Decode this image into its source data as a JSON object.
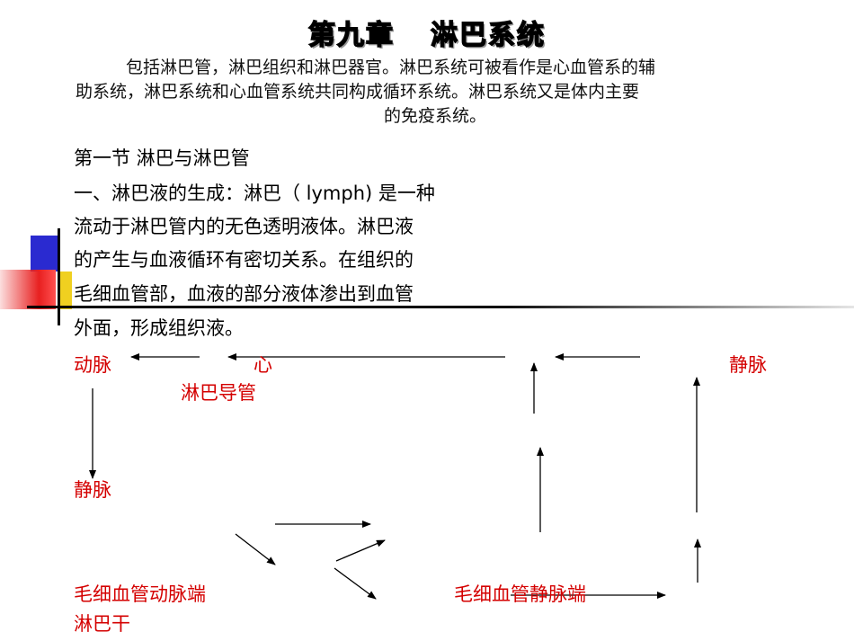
{
  "slide": {
    "title_part1": "第九章",
    "title_part2": "淋巴系统",
    "intro": {
      "line1": "包括淋巴管，淋巴组织和淋巴器官。淋巴系统可被看作是心血管系的辅",
      "line2": "助系统，淋巴系统和心血管系统共同构成循环系统。淋巴系统又是体内主要",
      "line3": "的免疫系统。"
    },
    "section_heading": "第一节  淋巴与淋巴管",
    "body_lines": [
      "一、淋巴液的生成：淋巴（ lymph) 是一种",
      "流动于淋巴管内的无色透明液体。淋巴液",
      "的产生与血液循环有密切关系。在组织的",
      "毛细血管部，血液的部分液体渗出到血管",
      "外面，形成组织液。"
    ]
  },
  "diagram": {
    "label_artery": "动脉",
    "label_heart": "心",
    "label_vein_top": "静脉",
    "label_lymph_duct": "淋巴导管",
    "label_vein_left": "静脉",
    "label_cap_arterial": "毛细血管动脉端",
    "label_cap_venous": "毛细血管静脉端",
    "label_lymph_trunk": "淋巴干",
    "label_color": "#d40000"
  },
  "colors": {
    "deco_blue": "#2a2ad0",
    "deco_yellow": "#f0d020",
    "deco_red": "#e82020"
  }
}
